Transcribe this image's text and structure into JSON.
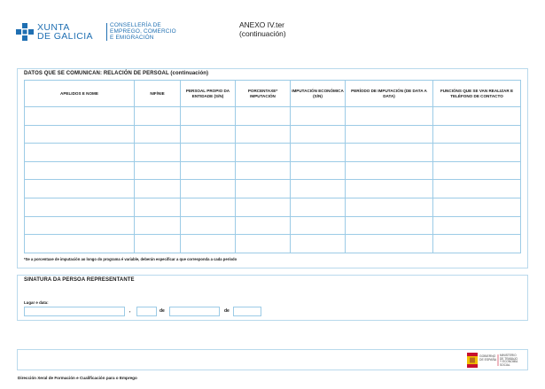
{
  "header": {
    "logo": {
      "name_line1": "XUNTA",
      "name_line2": "DE GALICIA",
      "dept_line1": "CONSELLERÍA DE",
      "dept_line2": "EMPREGO, COMERCIO",
      "dept_line3": "E EMIGRACIÓN"
    },
    "annex_line1": "ANEXO IV.ter",
    "annex_line2": "(continuación)"
  },
  "data_section": {
    "title": "DATOS QUE SE COMUNICAN: RELACIÓN DE PERSOAL (continuación)",
    "columns": [
      "APELIDOS E NOME",
      "NIF/NIE",
      "PERSOAL PROPIO DA ENTIDADE (S/N)",
      "PORCENTAXE* IMPUTACIÓN",
      "IMPUTACIÓN ECONÓMICA (S/N)",
      "PERÍODO DE IMPUTACIÓN (DE DATA A DATA)",
      "FUNCIÓNS QUE SE VAN REALIZAR E TELÉFONO DE CONTACTO"
    ],
    "footnote": "*Se a porcentaxe de imputación ao longo do programa é variable, deberán especificar a que corresponda a cada período"
  },
  "signature_section": {
    "title": "SINATURA DA PERSOA REPRESENTANTE",
    "place_date_label": "Lugar e data:",
    "comma": ",",
    "de1": "de",
    "de2": "de"
  },
  "footer": {
    "text": "Dirección Xeral de Formación e Cualificación para o Emprego",
    "gov_line1": "GOBIERNO",
    "gov_line2": "DE ESPAÑA",
    "ministry_line1": "MINISTERIO",
    "ministry_line2": "DE TRABAJO",
    "ministry_line3": "Y ECONOMÍA SOCIAL"
  }
}
